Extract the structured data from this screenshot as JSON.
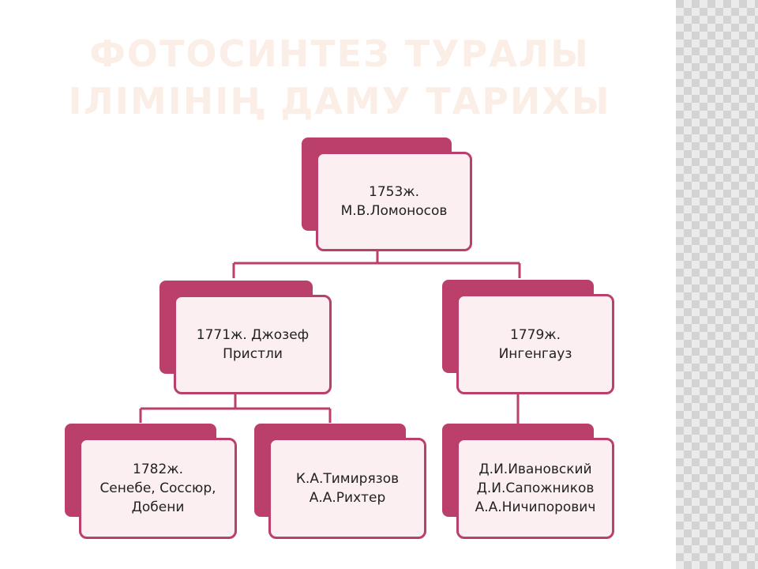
{
  "title": {
    "line1": "ФОТОСИНТЕЗ ТУРАЛЫ",
    "line2": "ІЛІМІНІҢ ДАМУ ТАРИХЫ"
  },
  "nodes": {
    "root": {
      "lines": [
        "1753ж.",
        "М.В.Ломоносов"
      ]
    },
    "priestley": {
      "lines": [
        "1771ж. Джозеф",
        "Пристли"
      ]
    },
    "ingenhousz": {
      "lines": [
        "1779ж.",
        "Ингенгауз"
      ]
    },
    "senebier": {
      "lines": [
        "1782ж.",
        "Сенебе, Соссюр,",
        "Добени"
      ]
    },
    "timiryazev": {
      "lines": [
        "К.А.Тимирязов",
        "А.А.Рихтер"
      ]
    },
    "ivanovsky": {
      "lines": [
        "Д.И.Ивановский",
        "Д.И.Сапожников",
        "А.А.Ничипорович"
      ]
    }
  },
  "colors": {
    "accent": "#bb3f6b",
    "box_fill": "#fbeff2",
    "title": "#fbeee6",
    "side_panel": "#d3d3d3"
  }
}
